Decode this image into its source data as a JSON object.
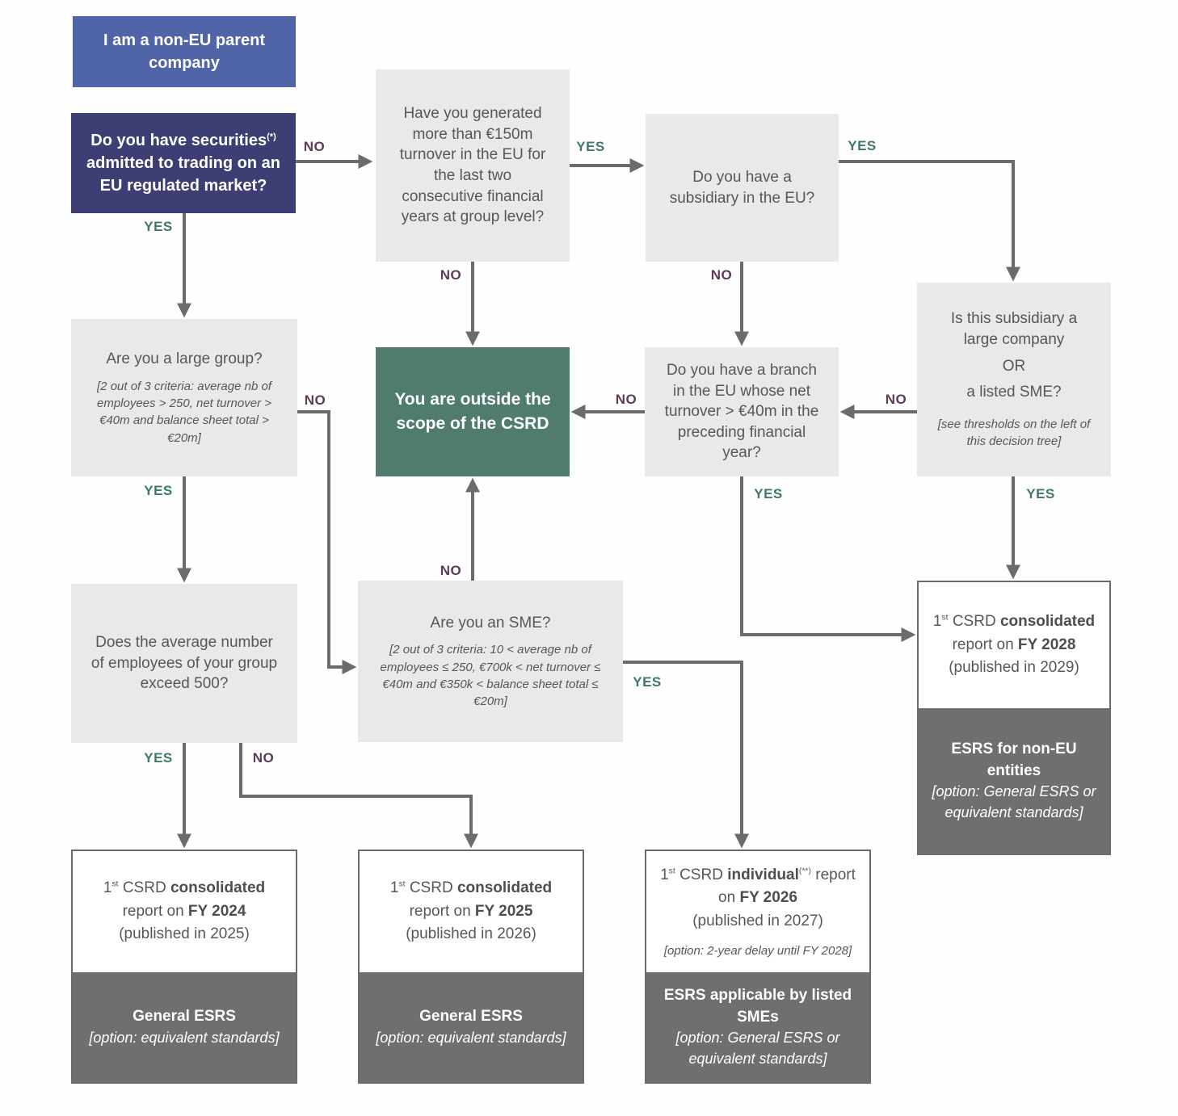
{
  "colors": {
    "badge_blue": "#5064a8",
    "navy": "#3d3e74",
    "green": "#4f7c6c",
    "gray_box": "#e9e9e9",
    "footer_gray": "#6f6f6f",
    "arrow_gray": "#6b6b6b",
    "yes_green": "#3e7a5f",
    "no_plum": "#5e3a58",
    "fy_blue": "#4c5fa5"
  },
  "labels": {
    "yes": "YES",
    "no": "NO"
  },
  "badge": "I am a non-EU parent company",
  "nodes": {
    "securities": {
      "pre": "Do you have securities",
      "sup": "(*)",
      "post": " admitted to trading on an EU regulated market?"
    },
    "turnover": "Have you generated more than €150m turnover in the EU for the last two consecutive financial years at group level?",
    "subsidiary": "Do you have a subsidiary in the EU?",
    "subsidiary_type": {
      "line1": "Is this subsidiary a large company",
      "or": "OR",
      "line2": "a listed SME?",
      "note": "[see thresholds on the left of this decision tree]"
    },
    "large_group": {
      "title": "Are you a large group?",
      "criteria": "[2 out of 3 criteria: average nb of employees > 250, net turnover > €40m and balance sheet total > €20m]"
    },
    "outside": "You are outside the scope of the CSRD",
    "branch": "Do you have a branch in the EU whose net turnover > €40m in the preceding financial year?",
    "employees": "Does the average number of employees of your group exceed 500?",
    "sme": {
      "title": "Are you an SME?",
      "criteria": "[2 out of 3 criteria: 10 < average nb of employees ≤ 250, €700k < net turnover ≤ €40m and €350k < balance sheet total ≤ €20m]"
    }
  },
  "results": {
    "fy2024": {
      "num": "1",
      "ord": "st",
      "mid": " CSRD ",
      "emph": "consolidated",
      "emph_sup": "",
      "tail": " report on ",
      "fy": "FY 2024",
      "pub": "(published in 2025)",
      "note": "",
      "footer_bold": "General ESRS",
      "footer_note": "[option: equivalent standards]"
    },
    "fy2025": {
      "num": "1",
      "ord": "st",
      "mid": " CSRD ",
      "emph": "consolidated",
      "emph_sup": "",
      "tail": " report on ",
      "fy": "FY 2025",
      "pub": "(published in 2026)",
      "note": "",
      "footer_bold": "General ESRS",
      "footer_note": "[option: equivalent standards]"
    },
    "fy2026": {
      "num": "1",
      "ord": "st",
      "mid": " CSRD ",
      "emph": "individual",
      "emph_sup": "(**)",
      "tail": " report on ",
      "fy": "FY 2026",
      "pub": "(published in 2027)",
      "note": "[option: 2-year delay until FY 2028]",
      "footer_bold": "ESRS applicable by listed SMEs",
      "footer_note": "[option: General ESRS or equivalent standards]"
    },
    "fy2028": {
      "num": "1",
      "ord": "st",
      "mid": " CSRD ",
      "emph": "consolidated",
      "emph_sup": "",
      "tail": " report on ",
      "fy": "FY 2028",
      "pub": "(published in 2029)",
      "note": "",
      "footer_bold": "ESRS for non-EU entities",
      "footer_note": "[option: General ESRS or equivalent standards]"
    }
  }
}
